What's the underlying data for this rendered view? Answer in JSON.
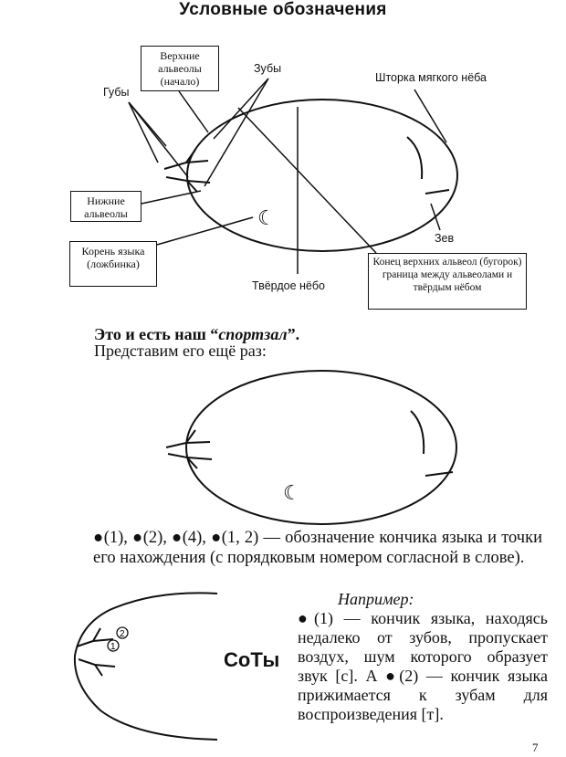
{
  "page_title": "Условные обозначения",
  "labels": {
    "upper_alveoli": "Верхние альвеолы (начало)",
    "teeth": "Зубы",
    "lips": "Губы",
    "soft_palate_curtain": "Шторка мягкого нёба",
    "lower_alveoli": "Нижние альвеолы",
    "tongue_root": "Корень языка (ложбинка)",
    "pharynx": "Зев",
    "hard_palate": "Твёрдое нёбо",
    "alveoli_end": "Конец верхних альвеол (бугорок) граница между альвеолами и твёрдым нёбом"
  },
  "heading_bold": "Это и есть наш “",
  "heading_italic": "спортзал",
  "heading_end": "”.",
  "heading_line2": "Представим его ещё раз:",
  "notation_paragraph": "●(1), ●(2), ●(4), ●(1, 2) — обозначение кончика языка и точки его нахождения (с порядковым номером согласной в слове).",
  "example_title": "Например:",
  "example_text": "●(1) — кончик языка, находясь недалеко от зубов, пропускает воздух, шум которого образует звук [с]. А ●(2) — кончик языка прижимается к зубам для воспроизведения [т].",
  "word": "СоТы",
  "marker_1": "1",
  "marker_2": "2",
  "page_number": "7"
}
